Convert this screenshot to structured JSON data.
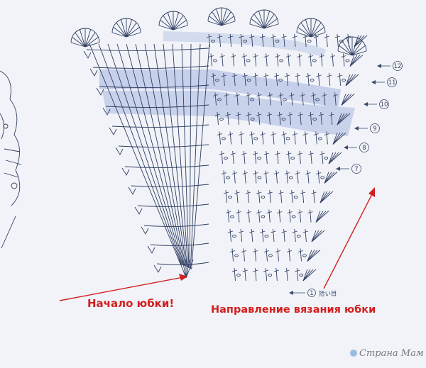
{
  "labels": {
    "skirt_start": "Начало юбки!",
    "knit_direction": "Направление вязания юбки"
  },
  "row_numbers": [
    "12",
    "11",
    "10",
    "9",
    "8",
    "7"
  ],
  "first_row": {
    "number": "1",
    "note": "拾い目"
  },
  "watermark": "Страна Мам",
  "colors": {
    "background": "#f1f3f8",
    "band": "#c6d0ea",
    "ink": "#2f3e62",
    "annotation": "#d21f1f"
  },
  "icons": [
    "arrow-left-icon",
    "red-arrow-icon",
    "scallop-icon",
    "logo-icon"
  ]
}
